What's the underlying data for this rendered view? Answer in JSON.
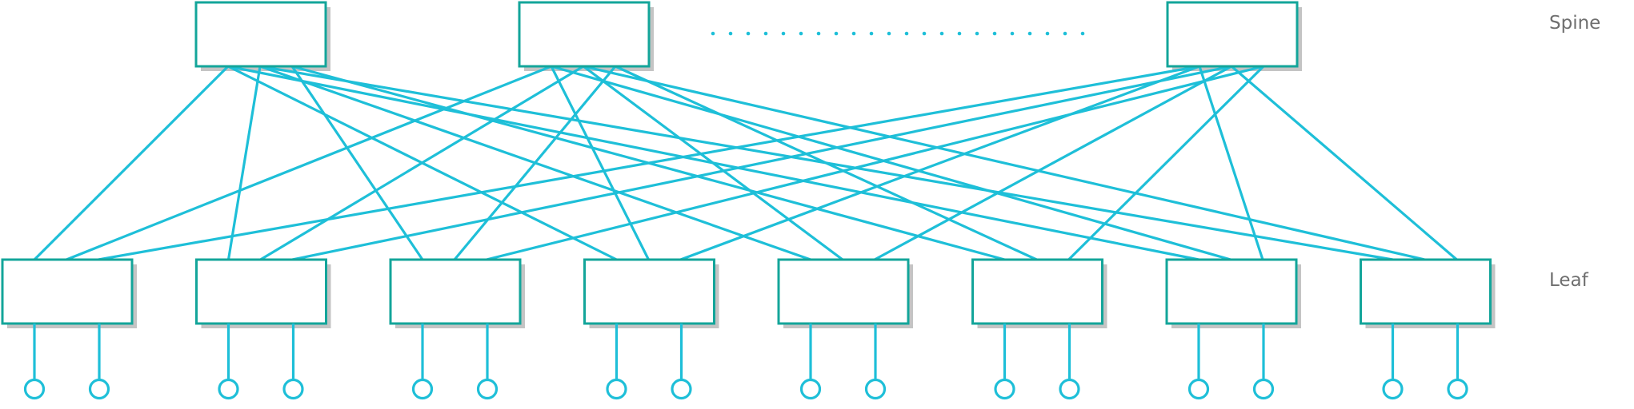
{
  "labels": {
    "spine": "Spine",
    "leaf": "Leaf"
  },
  "colors": {
    "link": "#1ebfd8",
    "box_stroke": "#13a59a",
    "box_fill": "#ffffff",
    "shadow": "#c4c4c4",
    "label": "#6f6f6f"
  },
  "topology": {
    "spine_count_shown": 3,
    "spine_ellipsis_between": [
      2,
      3
    ],
    "leaf_count": 8,
    "endpoints_per_leaf": 2,
    "full_mesh": true
  }
}
